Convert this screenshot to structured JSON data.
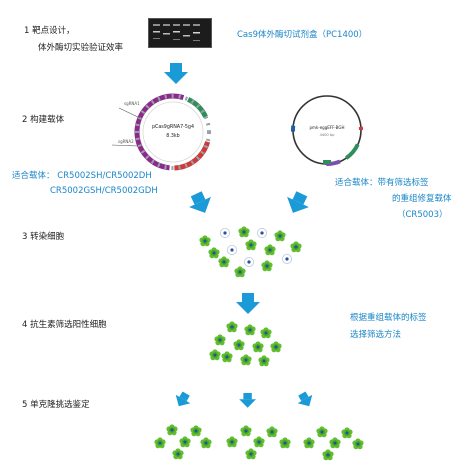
{
  "steps": {
    "s1_line1": "1 靶点设计，",
    "s1_line2": "体外酶切实验验证效率",
    "s2": "2 构建载体",
    "s3": "3 转染细胞",
    "s4": "4 抗生素筛选阳性细胞",
    "s5": "5 单克隆挑选鉴定"
  },
  "notes": {
    "kit": "Cas9体外酶切试剂盒（PC1400）",
    "vector_left_l1": "适合载体：  CR5002SH/CR5002DH",
    "vector_left_l2": "CR5002GSH/CR5002GDH",
    "vector_right_l1": "适合载体：带有筛选标签",
    "vector_right_l2": "的重组修复载体",
    "vector_right_l3": "（CR5003）",
    "selection_l1": "根据重组载体的标签",
    "selection_l2": "选择筛选方法"
  },
  "plasmids": {
    "left_name": "pCas9gRNA7-5g4",
    "left_size": "8.3kb",
    "right_name": "pmk-eggEFF-BGH",
    "right_size": "4400 bp"
  },
  "colors": {
    "accent_blue": "#1a86c8",
    "arrow_blue": "#1a9ad6",
    "cell_green": "#5fbf2f",
    "plasmid_purple": "#8b2a8c"
  }
}
